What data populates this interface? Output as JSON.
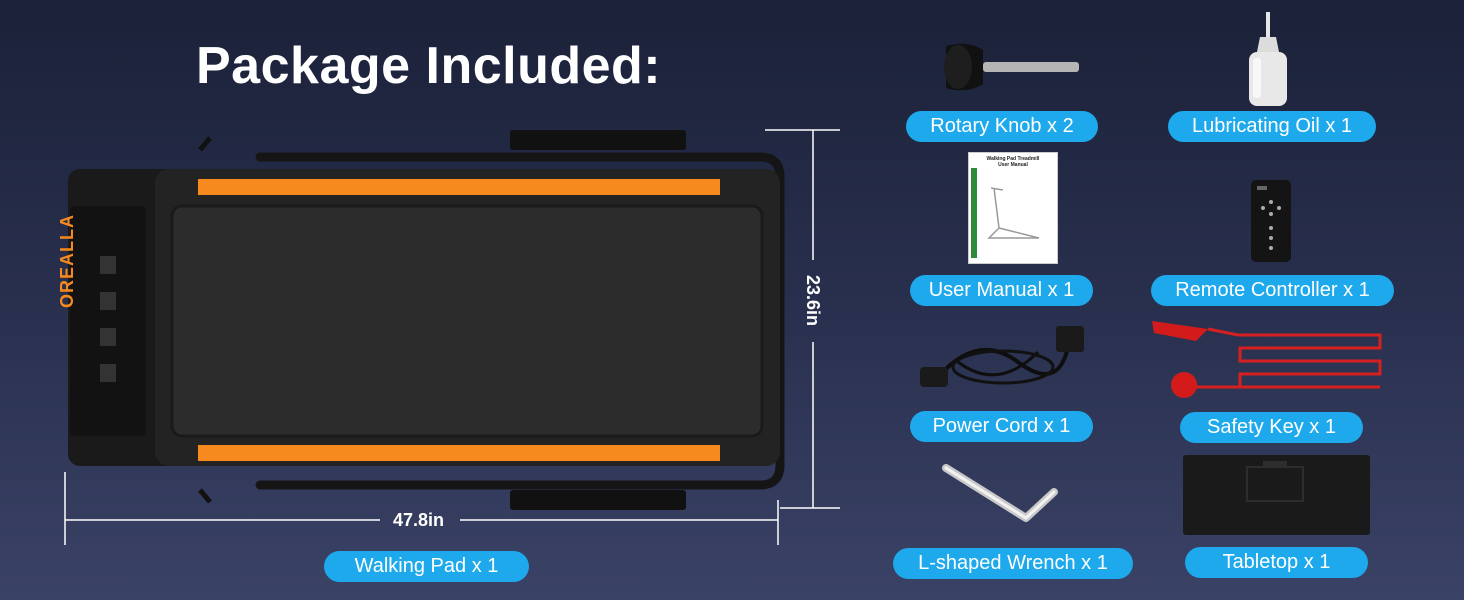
{
  "title": "Package Included:",
  "treadmill": {
    "brand": "OREALLA",
    "width_label": "47.8in",
    "height_label": "23.6in",
    "item_label": "Walking Pad x 1"
  },
  "accessories": {
    "rotary_knob": "Rotary Knob x 2",
    "lubricating_oil": "Lubricating Oil x 1",
    "user_manual": "User Manual x 1",
    "remote_controller": "Remote Controller x 1",
    "power_cord": "Power Cord x 1",
    "safety_key": "Safety Key  x 1",
    "l_wrench": "L-shaped Wrench  x 1",
    "tabletop": "Tabletop x 1"
  },
  "manual_cover": {
    "line1": "Walking Pad Treadmill",
    "line2": "User Manual"
  },
  "colors": {
    "pill": "#1da9ec",
    "belt_accent": "#f68a1e",
    "background": "#232a45"
  }
}
